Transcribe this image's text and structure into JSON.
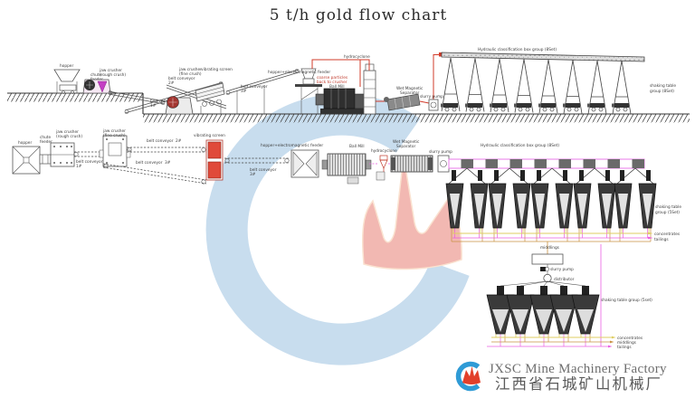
{
  "title": "5 t/h gold flow chart",
  "colors": {
    "line_red": "#d23b2a",
    "line_magenta": "#ea5fe2",
    "line_yellow": "#dfce62",
    "line_orange": "#c89040",
    "screen_red": "#e04a3a",
    "watermark_blue": "#c8ddee",
    "watermark_crown_pink": "#f2b8b2",
    "logo_blue": "#2f9bd6",
    "logo_red": "#e2402a"
  },
  "equipment": {
    "hopper": "hopper",
    "chute_l1": "chute",
    "chute_l2": "feeder",
    "jaw_rough_l1": "jaw crusher",
    "jaw_rough_l2": "(rough crush)",
    "jaw_fine_l1": "jaw crusher",
    "jaw_fine_l2": "(fine crush)",
    "belt": "belt conveyor",
    "belt1": "1#",
    "belt2": "2#",
    "belt3": "3#",
    "screen": "vibrating screen",
    "feeder": "hopper+electromagnetic feeder",
    "coarse_l1": "coarse particles",
    "coarse_l2": "back to crusher",
    "ball_mill": "Ball Mill",
    "hydrocyclone": "hydrocyclone",
    "separator_l1": "Wet Magnetic",
    "separator_l2": "Separator",
    "slurry_pump": "slurry pump",
    "class_box": "Hydraulic classification box group (8Set)",
    "tables8_l1": "shaking table",
    "tables8_l2": "group (8Set)",
    "tables5_l1": "shaking table",
    "tables5_l2": "group (5Set)",
    "tables5_row3": "shaking table group (5set)",
    "distributor": "distributor"
  },
  "streams": {
    "concentrates": "concentrates",
    "middlings": "middlings",
    "tailings": "tailings"
  },
  "footer": {
    "company_en": "JXSC Mine Machinery Factory",
    "company_zh": "江西省石城矿山机械厂"
  }
}
